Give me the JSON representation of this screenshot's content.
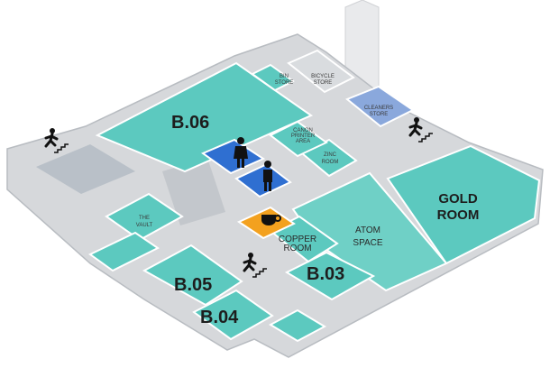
{
  "colors": {
    "room_teal": "#5cc9bf",
    "wall_gray": "#d6d8db",
    "corridor_gray": "#c3c7cc",
    "blue_room": "#2f6fd1",
    "cleaners_blue": "#8aa8dc",
    "orange_room": "#f3a11f"
  },
  "rooms": {
    "b06": "B.06",
    "b05": "B.05",
    "b04": "B.04",
    "b03": "B.03",
    "gold_room": [
      "GOLD",
      "ROOM"
    ],
    "atom_space": [
      "ATOM",
      "SPACE"
    ],
    "copper_room": [
      "COPPER",
      "ROOM"
    ],
    "zinc_room": [
      "ZINC",
      "ROOM"
    ],
    "the_vault": [
      "THE",
      "VAULT"
    ],
    "bicycle_store": [
      "BICYCLE",
      "STORE"
    ],
    "bin_store": [
      "BIN",
      "STORE"
    ],
    "cleaners_store": [
      "CLEANERS",
      "STORE"
    ],
    "printer_area": [
      "CANON",
      "PRINTER",
      "AREA"
    ]
  },
  "icons": [
    "stairs-icon",
    "toilet-person-icon",
    "coffee-icon"
  ]
}
